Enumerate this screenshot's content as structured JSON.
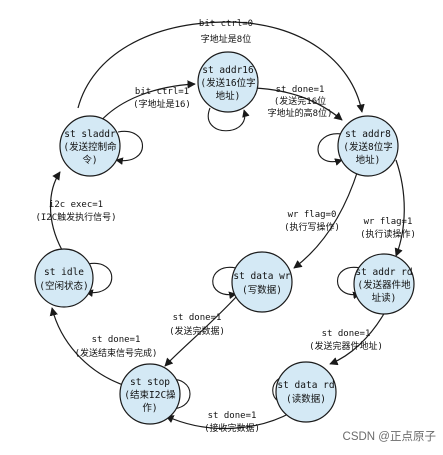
{
  "states": {
    "sladdr": {
      "name": "st sladdr",
      "desc1": "(发送控制命",
      "desc2": "令)"
    },
    "addr16": {
      "name": "st addr16",
      "desc1": "(发送16位字",
      "desc2": "地址)"
    },
    "addr8": {
      "name": "st addr8",
      "desc1": "(发送8位字",
      "desc2": "地址)"
    },
    "idle": {
      "name": "st idle",
      "desc1": "(空闲状态)"
    },
    "data_wr": {
      "name": "st data wr",
      "desc1": "(写数据)"
    },
    "addr_rd": {
      "name": "st addr rd",
      "desc1": "(发送器件地",
      "desc2": "址读)"
    },
    "data_rd": {
      "name": "st data rd",
      "desc1": "(读数据)"
    },
    "stop": {
      "name": "st stop",
      "desc1": "(结束I2C操",
      "desc2": "作)"
    }
  },
  "transitions": {
    "sladdr_addr8": {
      "cond": "bit ctrl=0",
      "desc": "字地址是8位"
    },
    "sladdr_addr16": {
      "cond": "bit ctrl=1",
      "desc": "(字地址是16)"
    },
    "addr16_addr8": {
      "cond": "st done=1",
      "desc1": "(发送完16位",
      "desc2": "字地址的高8位)"
    },
    "idle_sladdr": {
      "cond": "i2c exec=1",
      "desc": "(I2C触发执行信号)"
    },
    "addr8_data_wr": {
      "cond": "wr flag=0",
      "desc": "(执行写操作)"
    },
    "addr8_addr_rd": {
      "cond": "wr flag=1",
      "desc": "(执行读操作)"
    },
    "data_wr_stop": {
      "cond": "st done=1",
      "desc": "(发送完数据)"
    },
    "addr_rd_data_rd": {
      "cond": "st done=1",
      "desc": "(发送完器件地址)"
    },
    "stop_idle": {
      "cond": "st done=1",
      "desc": "(发送结束信号完成)"
    },
    "data_rd_stop": {
      "cond": "st done=1",
      "desc": "(接收完数据)"
    }
  },
  "watermark": "CSDN @正点原子",
  "colors": {
    "state_fill": "#d4e9f5",
    "stroke": "#1a1a1a"
  }
}
